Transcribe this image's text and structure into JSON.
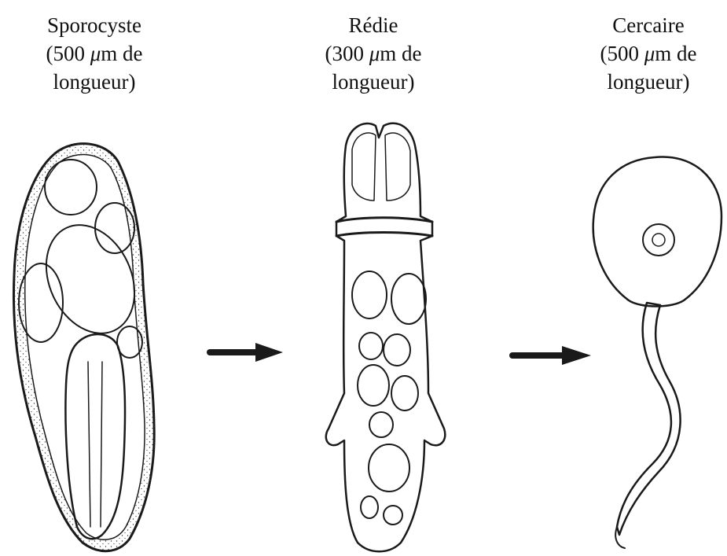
{
  "stages": [
    {
      "name": "Sporocyste",
      "size_prefix": "(500 ",
      "size_unit": "μ",
      "size_suffix": "m de",
      "size_line2": "longueur)"
    },
    {
      "name": "Rédie",
      "size_prefix": "(300 ",
      "size_unit": "μ",
      "size_suffix": "m de",
      "size_line2": "longueur)"
    },
    {
      "name": "Cercaire",
      "size_prefix": "(500 ",
      "size_unit": "μ",
      "size_suffix": "m de",
      "size_line2": "longueur)"
    }
  ],
  "arrows": [
    {
      "from": "Sporocyste",
      "to": "Rédie"
    },
    {
      "from": "Rédie",
      "to": "Cercaire"
    }
  ]
}
